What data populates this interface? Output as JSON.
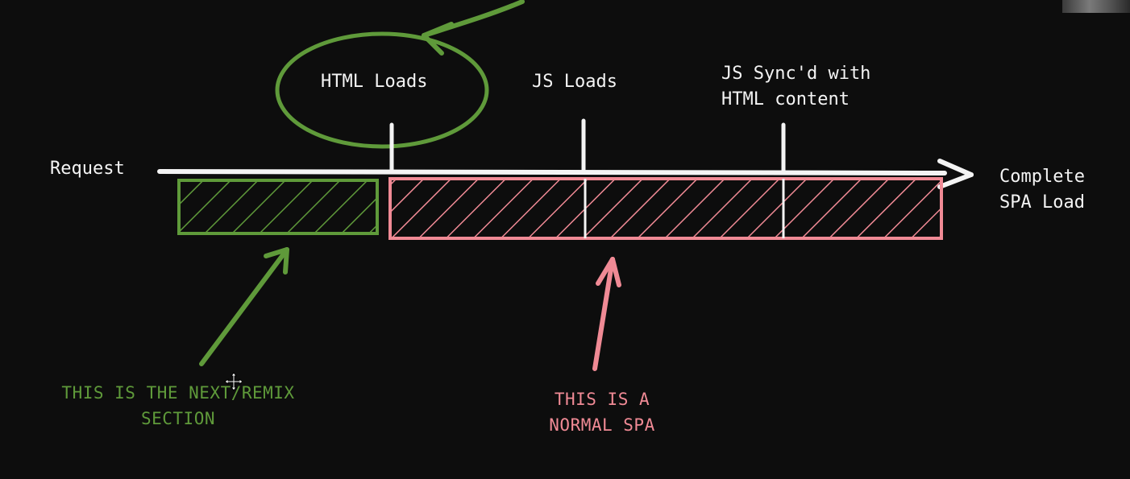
{
  "timeline": {
    "start_label": "Request",
    "end_label": "Complete\nSPA Load",
    "milestones": [
      {
        "label": "HTML Loads",
        "highlighted": true
      },
      {
        "label": "JS Loads",
        "highlighted": false
      },
      {
        "label": "JS Sync'd with\nHTML content",
        "highlighted": false
      }
    ]
  },
  "segments": [
    {
      "label": "THIS IS THE NEXT/REMIX\nSECTION",
      "color": "#5f9a3a"
    },
    {
      "label": "THIS IS A\nNORMAL SPA",
      "color": "#f08a95"
    }
  ],
  "colors": {
    "background": "#0d0d0d",
    "line": "#f4f4f4",
    "green": "#5f9a3a",
    "pink": "#f08a95"
  }
}
